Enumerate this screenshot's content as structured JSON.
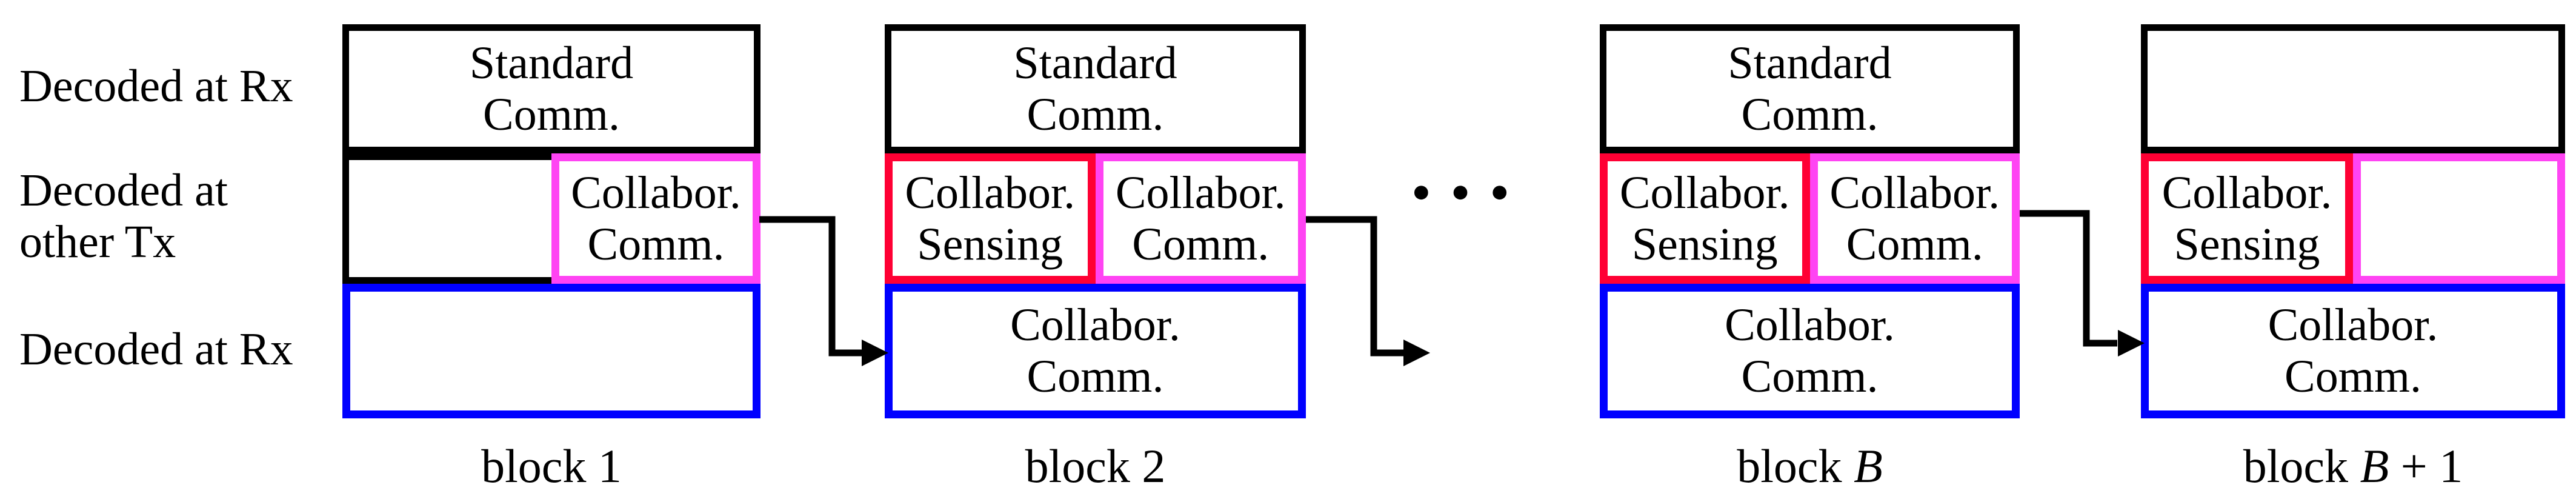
{
  "fig": {
    "row_labels": {
      "top": "Decoded at Rx",
      "middle_line1": "Decoded at",
      "middle_line2": "other Tx",
      "bottom": "Decoded at Rx"
    },
    "ellipsis": "···",
    "blocks": [
      {
        "caption_word": "block ",
        "caption_var": "",
        "caption_tail": "1",
        "top_line1": "Standard",
        "top_line2": "Comm.",
        "mid_left_line1": "",
        "mid_left_line2": "",
        "mid_right_line1": "Collabor.",
        "mid_right_line2": "Comm.",
        "bottom_line1": "",
        "bottom_line2": ""
      },
      {
        "caption_word": "block ",
        "caption_var": "",
        "caption_tail": "2",
        "top_line1": "Standard",
        "top_line2": "Comm.",
        "mid_left_line1": "Collabor.",
        "mid_left_line2": "Sensing",
        "mid_right_line1": "Collabor.",
        "mid_right_line2": "Comm.",
        "bottom_line1": "Collabor.",
        "bottom_line2": "Comm."
      },
      {
        "caption_word": "block ",
        "caption_var": "B",
        "caption_tail": "",
        "top_line1": "Standard",
        "top_line2": "Comm.",
        "mid_left_line1": "Collabor.",
        "mid_left_line2": "Sensing",
        "mid_right_line1": "Collabor.",
        "mid_right_line2": "Comm.",
        "bottom_line1": "Collabor.",
        "bottom_line2": "Comm."
      },
      {
        "caption_word": "block ",
        "caption_var": "B",
        "caption_tail": " + 1",
        "top_line1": "",
        "top_line2": "",
        "mid_left_line1": "Collabor.",
        "mid_left_line2": "Sensing",
        "mid_right_line1": "",
        "mid_right_line2": "",
        "bottom_line1": "Collabor.",
        "bottom_line2": "Comm."
      }
    ],
    "colors": {
      "black": "#000000",
      "red": "#ff0034",
      "magenta": "#ff44f3",
      "blue": "#0000ff",
      "background": "#ffffff"
    }
  }
}
